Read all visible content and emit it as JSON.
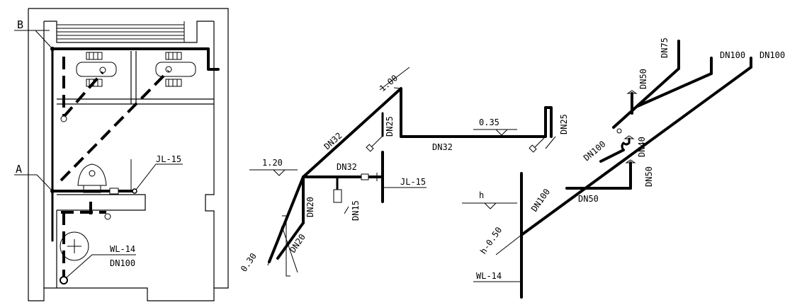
{
  "plan": {
    "axis_b": "B",
    "axis_a": "A",
    "riser_label": "JL-15",
    "drain_label": "WL-14",
    "drain_size": "DN100"
  },
  "water_iso": {
    "elev_top": "1.00",
    "elev_left": "1.20",
    "elev_right": "0.35",
    "elev_bottom": "0.30",
    "pipe_diag": "DN32",
    "pipe_horiz_top": "DN32",
    "pipe_mid": "DN32",
    "branch_top": "DN25",
    "branch_right": "DN25",
    "pipe_left_vert": "DN20",
    "pipe_bottom": "DN20",
    "branch_small": "DN15",
    "riser_label": "JL-15"
  },
  "drain_iso": {
    "top_a": "DN75",
    "top_b": "DN100",
    "top_c": "DN100",
    "branch_a": "DN50",
    "main_diag": "DN100",
    "branch_b": "DN40",
    "branch_c": "DN50",
    "horiz": "DN50",
    "lower_diag": "DN100",
    "level_h": "h",
    "level_h2": "h-0.50",
    "riser_label": "WL-14"
  }
}
